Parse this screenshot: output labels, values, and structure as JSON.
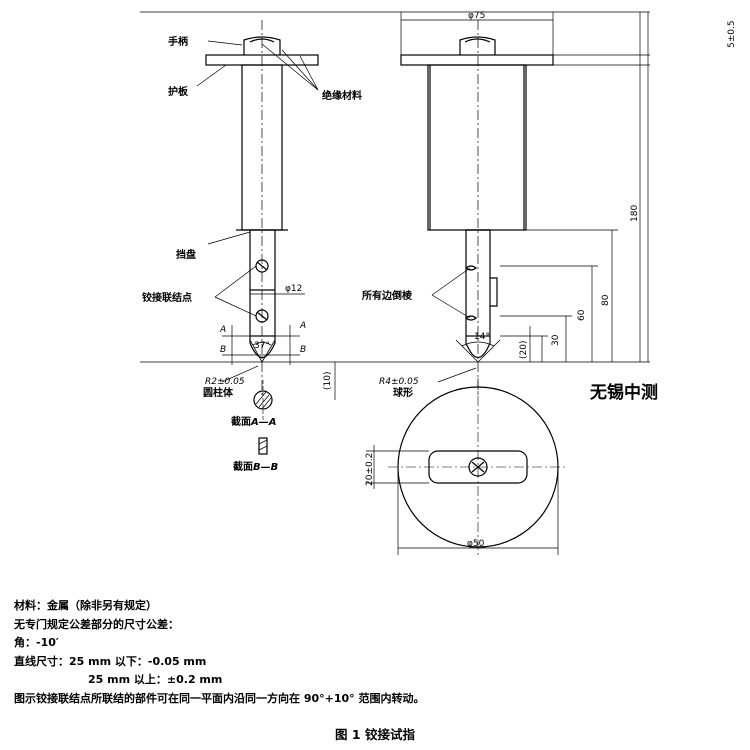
{
  "labels": {
    "handle": "手柄",
    "guard_plate": "护板",
    "insulating_material": "绝缘材料",
    "stop_disc": "挡盘",
    "joints": "铰接联结点",
    "all_edges_chamfered": "所有边倒棱",
    "cylindrical": "圆柱体",
    "spherical": "球形",
    "section_aa_prefix": "截面",
    "section_aa_code": "A—A",
    "section_bb_prefix": "截面",
    "section_bb_code": "B—B"
  },
  "dimensions": {
    "phi75": "φ75",
    "tol_5": "5±0.5",
    "d180": "180",
    "d80": "80",
    "d60": "60",
    "d30": "30",
    "d20": "(20)",
    "d10": "(10)",
    "phi12": "φ12",
    "angle37": "37°",
    "angle14": "14°",
    "r2": "R2±0.05",
    "r4": "R4±0.05",
    "d20_tol": "20±0.2",
    "phi50": "φ50",
    "a": "A",
    "b": "B"
  },
  "watermark": "无锡中测",
  "notes": {
    "material": "材料：金属（除非另有规定）",
    "tolerance_header": "无专门规定公差部分的尺寸公差：",
    "angle": "角：-10′",
    "linear_1": "直线尺寸：25 mm 以下：-0.05 mm",
    "linear_2": "25 mm 以上：±0.2 mm",
    "rotation": "图示铰接联结点所联结的部件可在同一平面内沿同一方向在 90°+10° 范围内转动。"
  },
  "caption": "图 1    铰接试指"
}
